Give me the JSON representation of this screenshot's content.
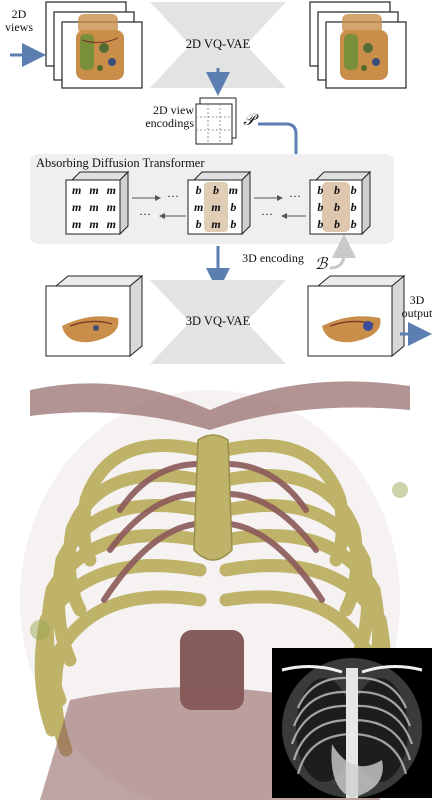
{
  "diagram": {
    "input_label": "2D\nviews",
    "vqvae_top": "2D VQ-VAE",
    "view_encodings_label": "2D view\nencodings",
    "p_symbol": "𝒫",
    "transformer_title": "Absorbing Diffusion Transformer",
    "mask_token": "m",
    "bone_token": "b",
    "ellipsis": "···",
    "encoding_3d_label": "3D encoding",
    "b_symbol": "ℬ",
    "vqvae_bottom": "3D VQ-VAE",
    "output_label": "3D\noutput"
  },
  "colors": {
    "arrow": "#5b7fb0",
    "panel_bg": "#efefef",
    "vae_shape": "#e3e3e3",
    "bone": "#bfb36a",
    "flesh": "#8b5a5a",
    "tissue": "#c98e4a"
  }
}
